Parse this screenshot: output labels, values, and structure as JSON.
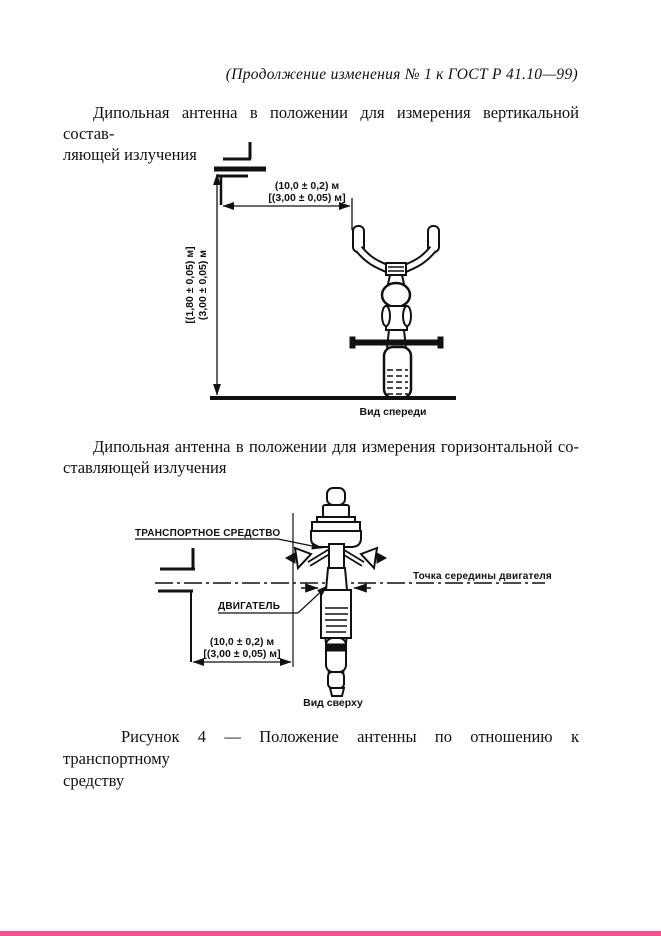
{
  "document": {
    "header_note": "(Продолжение изменения № 1 к ГОСТ Р 41.10—99)",
    "para_vertical_line1": "Дипольная антенна в положении для измерения вертикальной состав-",
    "para_vertical_line2": "ляющей излучения",
    "para_horizontal_line1": "Дипольная антенна в положении для измерения горизонтальной со-",
    "para_horizontal_line2": "ставляющей излучения",
    "caption_line1": "Рисунок 4 — Положение антенны по отношению к транспортному",
    "caption_line2": "средству"
  },
  "figure_front_view": {
    "dim_distance_line1": "(10,0 ± 0,2) м",
    "dim_distance_line2": "[(3,00 ± 0,05) м]",
    "dim_height_line1": "(3,00 ± 0,05) м",
    "dim_height_line2": "[(1,80 ± 0,05) м]",
    "view_label": "Вид спереди"
  },
  "figure_top_view": {
    "vehicle_label": "ТРАНСПОРТНОЕ СРЕДСТВО",
    "engine_label": "ДВИГАТЕЛЬ",
    "engine_center_label": "Точка середины двигателя",
    "dim_distance_line1": "(10,0 ± 0,2) м",
    "dim_distance_line2": "[(3,00 ± 0,05) м]",
    "view_label": "Вид сверху"
  },
  "colors": {
    "page_background": "#ffffff",
    "ink": "#111111",
    "footer_bar": "#f05490"
  }
}
